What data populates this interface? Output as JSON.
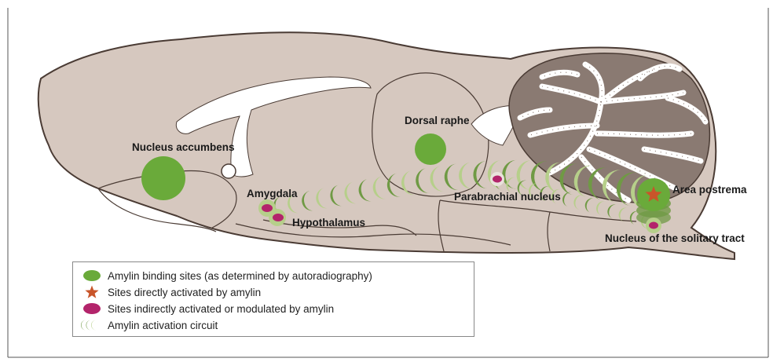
{
  "colors": {
    "brain_fill": "#d6c8bf",
    "brain_dark": "#bfaea3",
    "outline": "#4a3b34",
    "cerebellum_fill": "#8a7a72",
    "binding_green": "#6aaa3a",
    "activation_green": "#6f9a44",
    "activation_light": "#b6cf8a",
    "star_orange": "#c8552a",
    "indirect_magenta": "#b3246b",
    "white_matter": "#ffffff"
  },
  "labels": {
    "nucleus_accumbens": "Nucleus accumbens",
    "dorsal_raphe": "Dorsal raphe",
    "amygdala": "Amygdala",
    "hypothalamus": "Hypothalamus",
    "parabrachial_nucleus": "Parabrachial nucleus",
    "area_postrema": "Area postrema",
    "nucleus_solitary_tract": "Nucleus of the solitary tract"
  },
  "legend": {
    "items": [
      {
        "icon": "green-circle-icon",
        "text": "Amylin binding sites (as determined by autoradiography)"
      },
      {
        "icon": "orange-star-icon",
        "text": "Sites directly activated by amylin"
      },
      {
        "icon": "magenta-circle-icon",
        "text": "Sites indirectly activated or modulated by amylin"
      },
      {
        "icon": "green-arcs-icon",
        "text": "Amylin activation circuit"
      }
    ]
  }
}
